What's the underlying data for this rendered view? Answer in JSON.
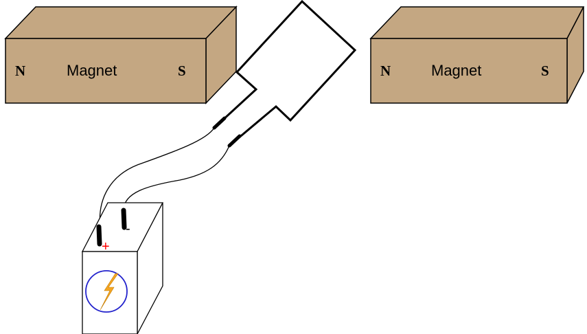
{
  "magnet_left": {
    "north": "N",
    "label": "Magnet",
    "south": "S"
  },
  "magnet_right": {
    "north": "N",
    "label": "Magnet",
    "south": "S"
  },
  "battery": {
    "positive": "+",
    "negative": "-"
  },
  "colors": {
    "magnet_fill": "#c4a782",
    "line": "#000000",
    "positive": "#ff0000",
    "bolt": "#f5a623",
    "circle": "#2222cc"
  }
}
